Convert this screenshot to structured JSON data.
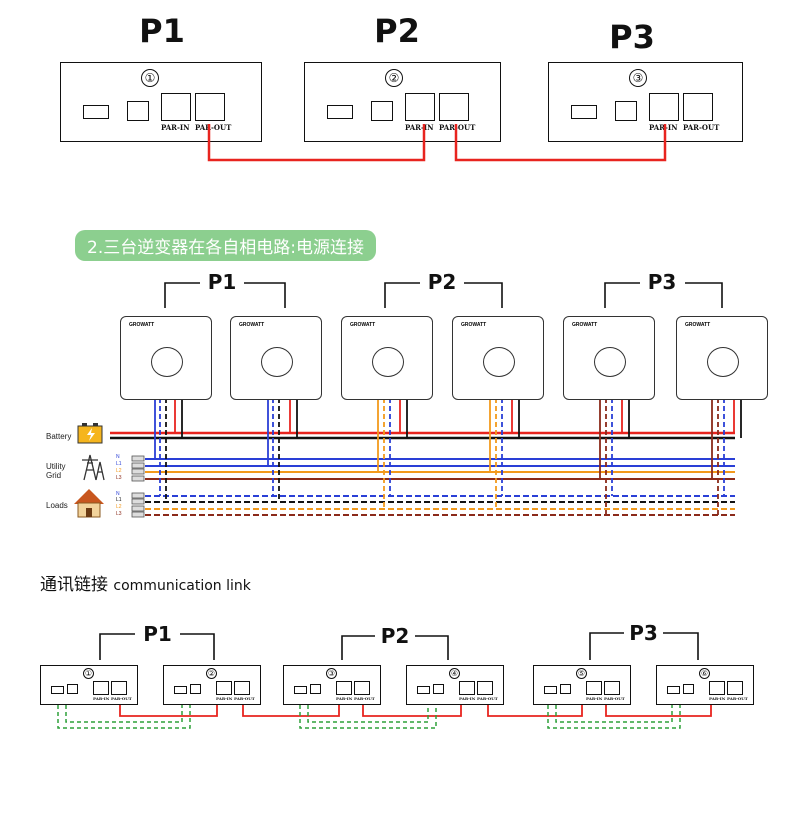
{
  "top": {
    "units": [
      {
        "title": "P1",
        "num": "①"
      },
      {
        "title": "P2",
        "num": "②"
      },
      {
        "title": "P3",
        "num": "③"
      }
    ],
    "port_in": "PAR-IN",
    "port_out": "PAR-OUT"
  },
  "banner": "2.三台逆变器在各自相电路:电源连接",
  "power": {
    "groups": [
      "P1",
      "P2",
      "P3"
    ],
    "inverter_brand": "GROWATT",
    "side_labels": {
      "battery": "Battery",
      "utility_line1": "Utility",
      "utility_line2": "Grid",
      "loads": "Loads"
    },
    "phase_labels": [
      "N",
      "L1",
      "L2",
      "L3"
    ]
  },
  "comm": {
    "title_cn": "通讯链接",
    "title_en": "communication link",
    "groups": [
      "P1",
      "P2",
      "P3"
    ],
    "nums": [
      "①",
      "②",
      "③",
      "④",
      "⑤",
      "⑥"
    ],
    "port_in": "PAR-IN",
    "port_out": "PAR-OUT"
  },
  "colors": {
    "red": "#e8241f",
    "blue": "#2a3fd6",
    "orange": "#f39a1c",
    "brown": "#8b2a1a",
    "black": "#111111",
    "green": "#2ea03a",
    "banner": "#8ccf8f"
  }
}
